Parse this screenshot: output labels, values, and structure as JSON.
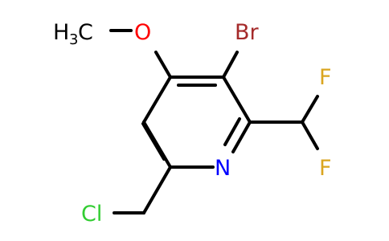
{
  "molecule": {
    "atoms": {
      "bromine": "Br",
      "nitrogen": "N",
      "oxygen": "O",
      "fluorine_top": "F",
      "fluorine_bottom": "F",
      "chlorine": "Cl",
      "methyl_h": "H",
      "methyl_sub": "3",
      "methyl_c": "C"
    },
    "colors": {
      "bromine": "#a52a2a",
      "nitrogen": "#0000ff",
      "oxygen": "#ff0000",
      "fluorine": "#daa520",
      "chlorine": "#32cd32",
      "carbon": "#000000"
    }
  }
}
